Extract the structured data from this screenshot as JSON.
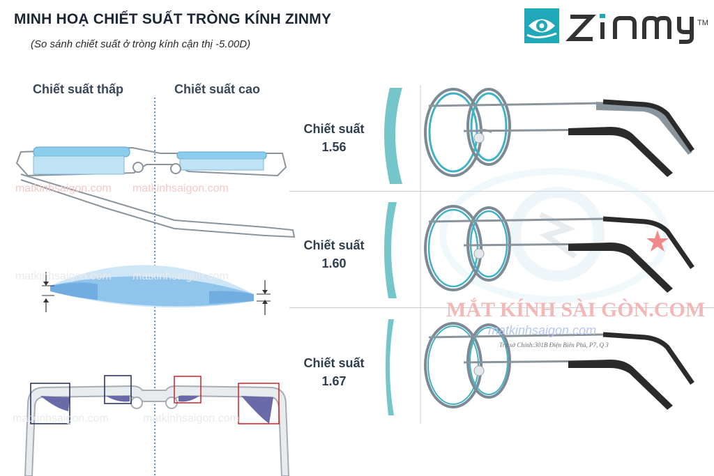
{
  "header": {
    "title": "MINH HOẠ CHIẾT SUẤT TRÒNG KÍNH ZINMY",
    "subtitle": "(So sánh chiết suất ở tròng kính cận thị -5.00D)"
  },
  "logo": {
    "brand": "ZINMY",
    "trademark": "TM",
    "icon": "eye-logo-icon",
    "color": "#1fa8b8"
  },
  "left_panel": {
    "low_label": "Chiết suất thấp",
    "high_label": "Chiết suất cao"
  },
  "rows": [
    {
      "label": "Chiết suất",
      "value": "1.56"
    },
    {
      "label": "Chiết suất",
      "value": "1.60"
    },
    {
      "label": "Chiết suất",
      "value": "1.67"
    }
  ],
  "watermarks": {
    "site": "matkinhsaigon.com",
    "brand_red": "MẮT KÍNH SÀI GÒN.COM",
    "brand_site": "matkinhsaigon.com",
    "address": "Trụ sở Chính:301B Điện Biên Phủ, P7, Q 3"
  },
  "colors": {
    "lens_blue": "#7fc6ea",
    "lens_teal": "#6cc4cc",
    "frame": "#7c8a96",
    "box_blue": "#1e2a5a",
    "box_red": "#d0202a",
    "wedge": "#6a6aa8"
  }
}
